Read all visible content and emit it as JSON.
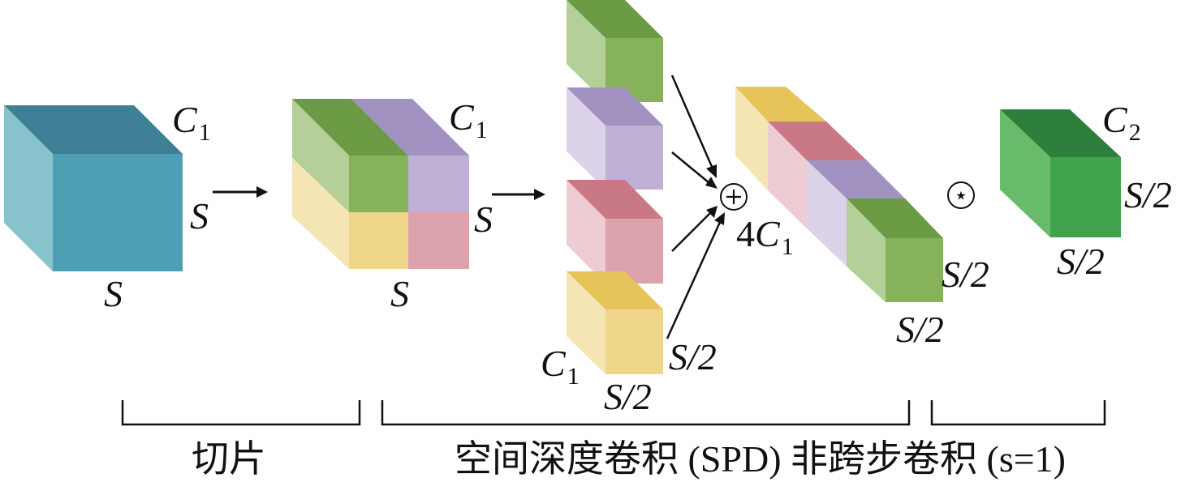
{
  "labels": {
    "c1": "C",
    "c1_sub": "1",
    "c2": "C",
    "c2_sub": "2",
    "s": "S",
    "s_half": "S/2",
    "four": "4",
    "plus_op": "+",
    "conv_op": "⋆"
  },
  "captions": {
    "slice": "切片",
    "spd": "空间深度卷积 (SPD) 非跨步卷积 (s=1)"
  },
  "colors": {
    "input_front": "#4f9fb4",
    "input_top": "#3f7f95",
    "input_side": "#88c2cc",
    "green_front": "#86b25a",
    "green_top": "#6b9b44",
    "green_side": "#b4d098",
    "purple_front": "#bfb0d6",
    "purple_top": "#a292c2",
    "purple_side": "#dcd3ea",
    "pink_front": "#dca3ad",
    "pink_top": "#c97885",
    "pink_side": "#edcdd3",
    "yellow_front": "#f0d68a",
    "yellow_top": "#e5c45a",
    "yellow_side": "#f5e5b3",
    "output_front": "#3fa34e",
    "output_top": "#2e7f3b",
    "output_side": "#67bb6a",
    "line": "#111111"
  }
}
